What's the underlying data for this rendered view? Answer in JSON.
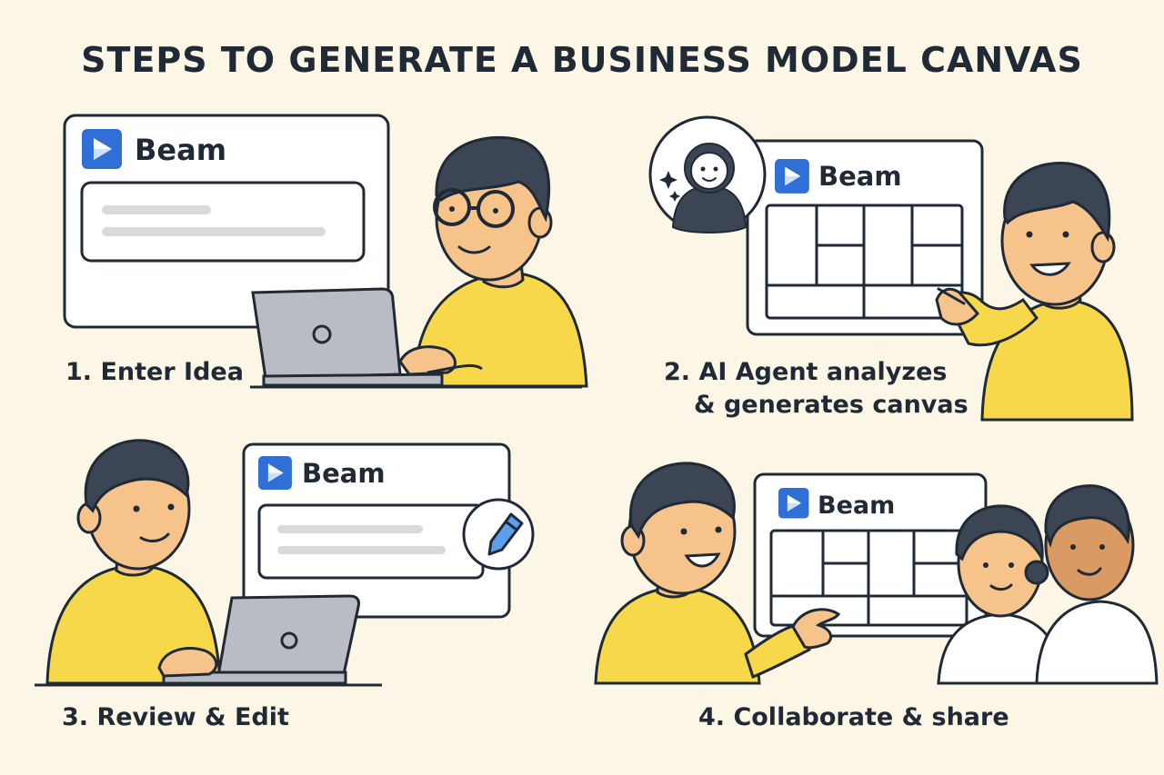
{
  "title": "STEPS TO GENERATE A BUSINESS MODEL CANVAS",
  "brand": {
    "name": "Beam",
    "logo_color": "#2f6fd6"
  },
  "colors": {
    "background": "#fbf6e6",
    "shirt_yellow": "#f7d84a",
    "skin": "#f6c38a",
    "skin_dark": "#d99a63",
    "hair": "#3b4554",
    "laptop": "#b9bcc3",
    "outline": "#1f2a36",
    "pencil": "#5aa0ec"
  },
  "steps": [
    {
      "label": "1. Enter Idea"
    },
    {
      "label_line1": "2. AI Agent analyzes",
      "label_line2": "& generates canvas"
    },
    {
      "label": "3. Review & Edit"
    },
    {
      "label": "4. Collaborate & share"
    }
  ]
}
